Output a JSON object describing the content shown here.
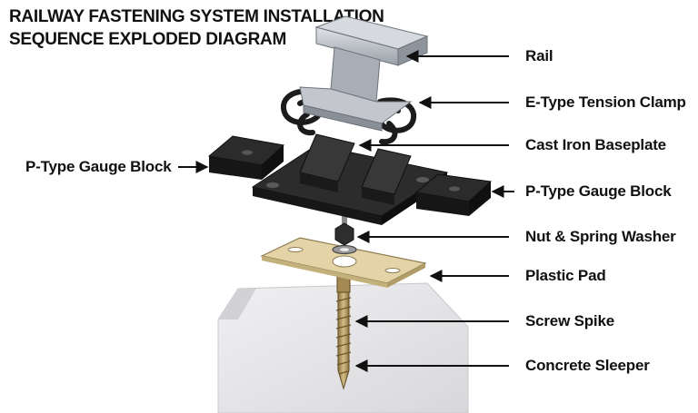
{
  "title": {
    "line1": "RAILWAY FASTENING SYSTEM INSTALLATION",
    "line2": "SEQUENCE EXPLODED DIAGRAM"
  },
  "labels": {
    "rail": "Rail",
    "e_clamp": "E-Type Tension Clamp",
    "baseplate": "Cast Iron Baseplate",
    "gauge_block_left": "P-Type Gauge Block",
    "gauge_block_right": "P-Type Gauge Block",
    "nut_washer": "Nut & Spring Washer",
    "plastic_pad": "Plastic Pad",
    "screw_spike": "Screw Spike",
    "sleeper": "Concrete Sleeper"
  },
  "colors": {
    "rail": "#b9bec6",
    "baseplate": "#1e1e1e",
    "pad": "#e3d3a6",
    "spike": "#b59a5e",
    "sleeper": "#e6e6e8",
    "arrow": "#111111"
  }
}
